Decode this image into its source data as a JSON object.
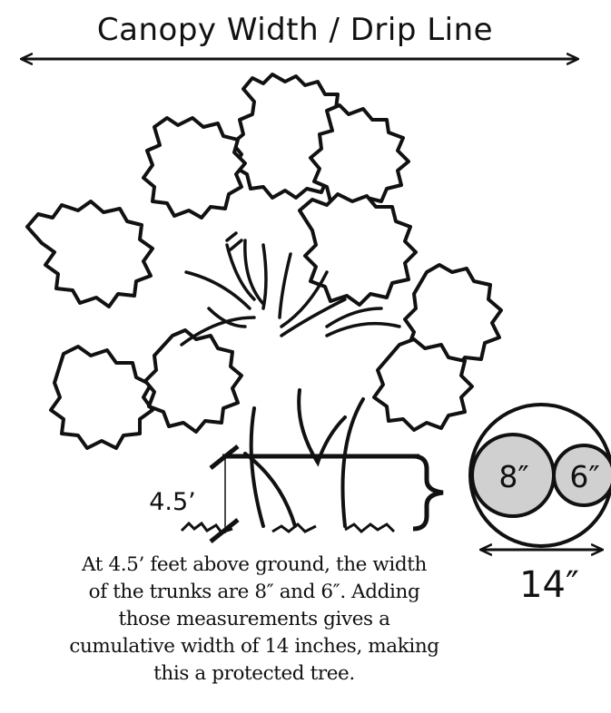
{
  "header": {
    "title": "Canopy Width / Drip Line"
  },
  "measurement": {
    "height_label": "4.5’",
    "trunk_1_label": "8″",
    "trunk_2_label": "6″",
    "total_label": "14″"
  },
  "caption": {
    "lines": [
      "At 4.5’ feet above ground, the width",
      "of the trunks are 8″ and 6″.    Adding",
      "those measurements gives a",
      "cumulative width of 14 inches, making",
      "this a protected tree."
    ]
  },
  "colors": {
    "ink": "#111111",
    "trunk_fill": "#d0d0d0",
    "background": "#ffffff"
  }
}
